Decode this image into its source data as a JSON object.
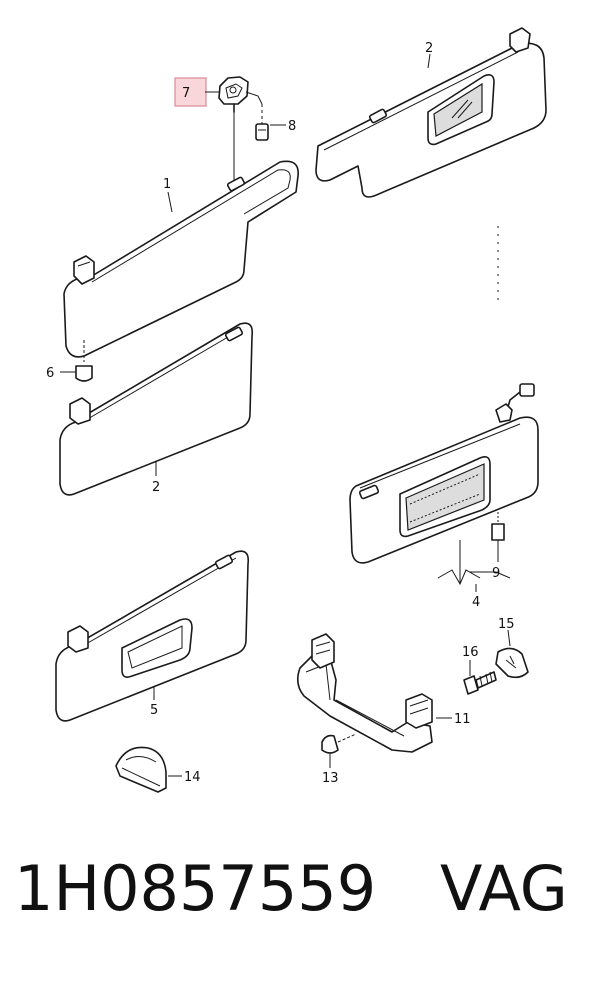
{
  "part_number": "1H0857559",
  "brand": "VAG",
  "callouts": {
    "c1": "1",
    "c2a": "2",
    "c2b": "2",
    "c4": "4",
    "c5": "5",
    "c6": "6",
    "c7": "7",
    "c8": "8",
    "c9": "9",
    "c11": "11",
    "c13": "13",
    "c14": "14",
    "c15": "15",
    "c16": "16"
  },
  "colors": {
    "highlight_fill": "#f9d6da",
    "highlight_stroke": "#d98b96",
    "line": "#1a1a1a"
  }
}
